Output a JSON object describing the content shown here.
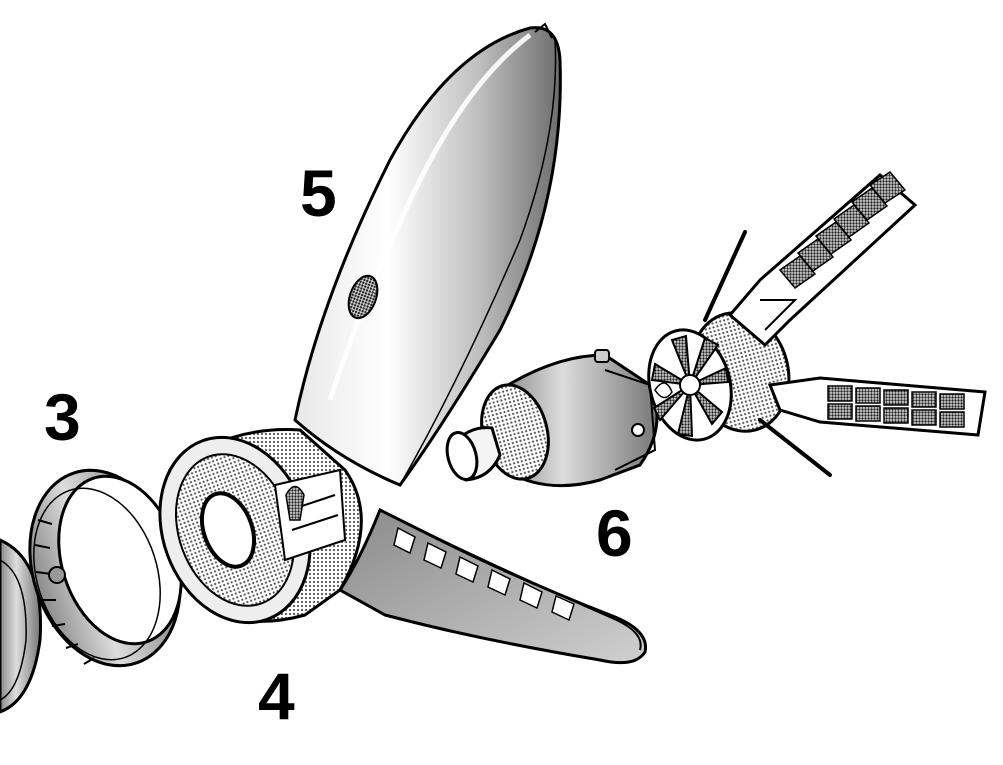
{
  "labels": {
    "fairing": "5",
    "ring": "3",
    "spacecraft": "6",
    "adapter": "4"
  },
  "colors": {
    "ink": "#000000",
    "paper": "#ffffff",
    "shade": "#b8b8b8",
    "dark": "#5a5a5a"
  }
}
